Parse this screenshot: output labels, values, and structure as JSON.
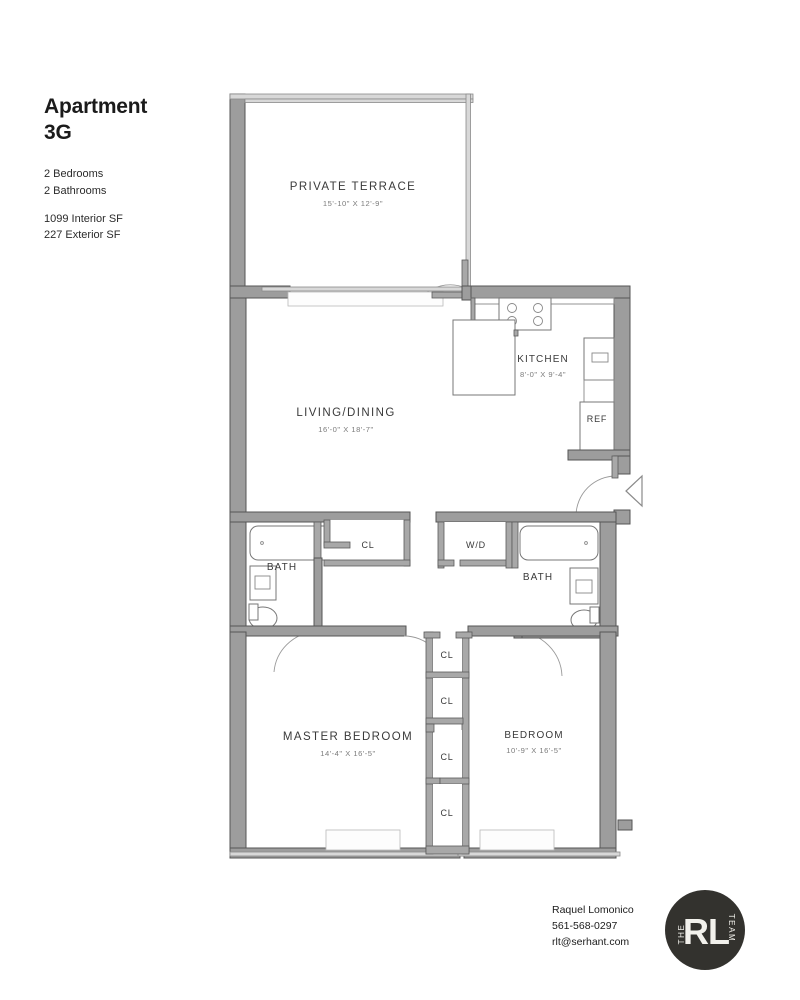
{
  "header": {
    "title_line1": "Apartment",
    "title_line2": "3G",
    "bedrooms": "2 Bedrooms",
    "bathrooms": "2 Bathrooms",
    "interior_sf": "1099 Interior SF",
    "exterior_sf": "227 Exterior SF"
  },
  "plan": {
    "rooms": {
      "terrace": {
        "name": "PRIVATE TERRACE",
        "dimensions": "15'-10\" X 12'-9\""
      },
      "living_dining": {
        "name": "LIVING/DINING",
        "dimensions": "16'-0\" X 18'-7\""
      },
      "kitchen": {
        "name": "KITCHEN",
        "dimensions": "8'-0\" X 9'-4\""
      },
      "master_bedroom": {
        "name": "MASTER BEDROOM",
        "dimensions": "14'-4\" X 16'-5\""
      },
      "bedroom": {
        "name": "BEDROOM",
        "dimensions": "10'-9\" X 16'-5\""
      },
      "bath_left": {
        "name": "BATH"
      },
      "bath_right": {
        "name": "BATH"
      }
    },
    "fixtures": {
      "refrigerator": "REF",
      "washer_dryer": "W/D"
    },
    "closets": [
      {
        "label": "CL"
      },
      {
        "label": "CL"
      },
      {
        "label": "CL"
      },
      {
        "label": "CL"
      },
      {
        "label": "CL"
      }
    ],
    "colors": {
      "wall_fill": "#9d9d9d",
      "wall_stroke": "#4a4a4a",
      "fixture_stroke": "#6e6e6e",
      "room_label": "#3a3a3a",
      "dimension_label": "#7a7a7a"
    }
  },
  "footer": {
    "agent_name": "Raquel Lomonico",
    "phone": "561-568-0297",
    "email": "rlt@serhant.com",
    "logo": {
      "top_text": "THE",
      "main_text": "RL",
      "bottom_text": "TEAM",
      "background": "#33322e"
    }
  }
}
